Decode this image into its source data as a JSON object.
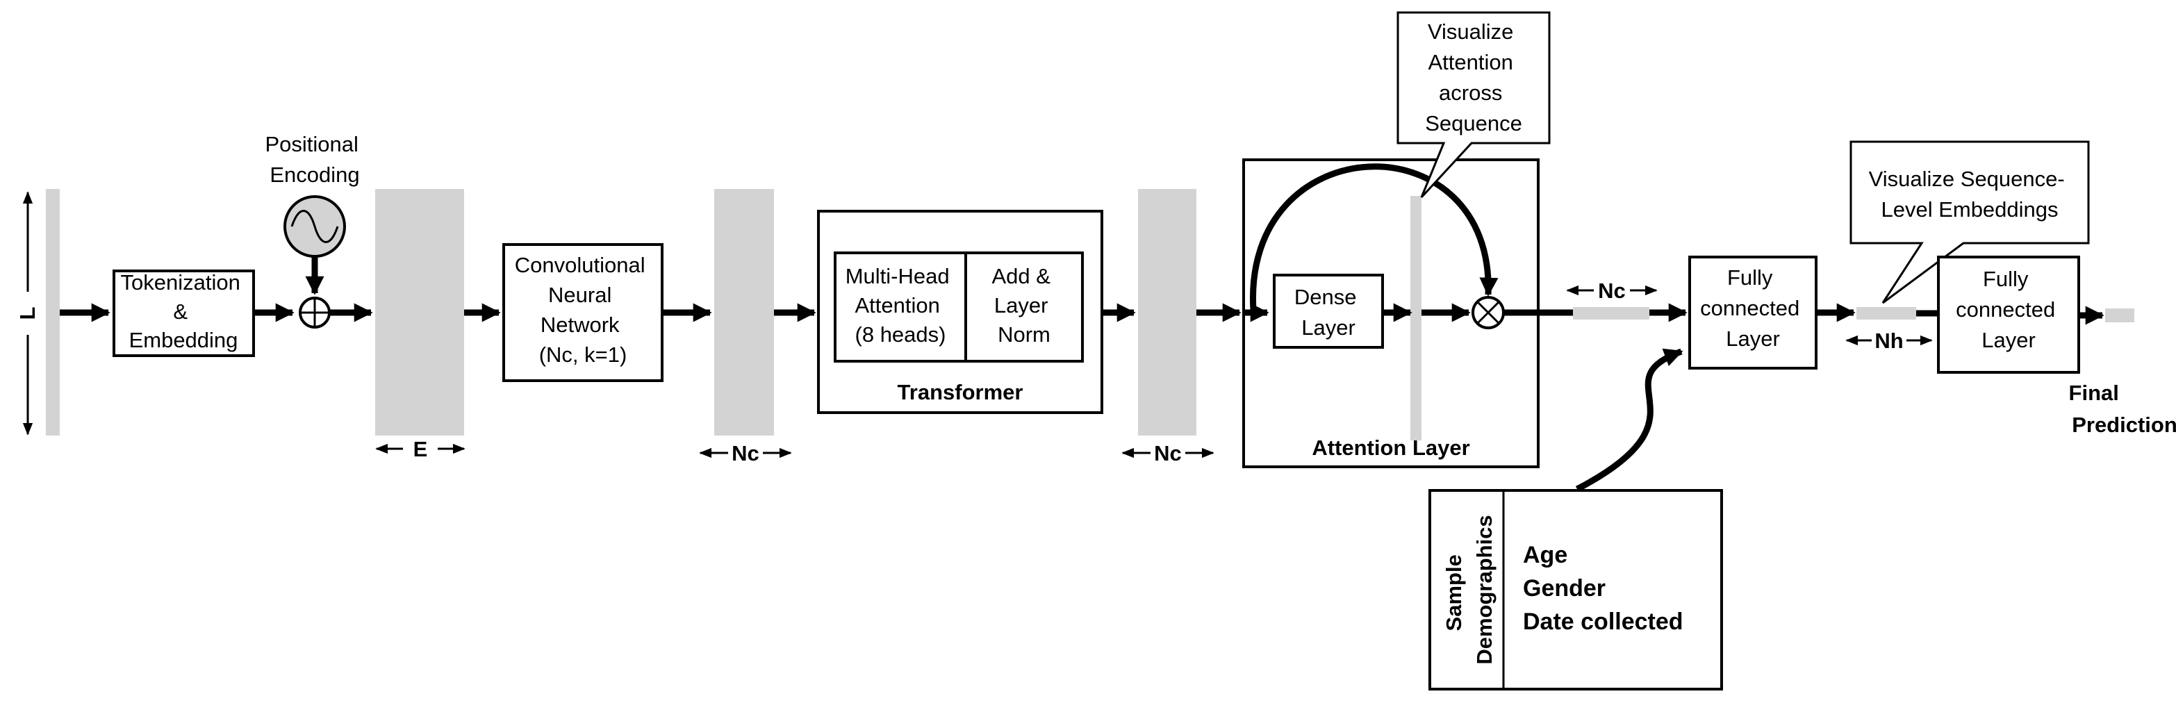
{
  "labels": {
    "L": "L",
    "tokenization": [
      "Tokenization",
      "&",
      "Embedding"
    ],
    "positional_encoding": [
      "Positional",
      "Encoding"
    ],
    "E": "E",
    "cnn": [
      "Convolutional",
      "Neural",
      "Network",
      "(Nc, k=1)"
    ],
    "Nc": "Nc",
    "mha": [
      "Multi-Head",
      "Attention",
      "(8 heads)"
    ],
    "add_norm": [
      "Add &",
      "Layer",
      "Norm"
    ],
    "transformer": "Transformer",
    "dense": [
      "Dense",
      "Layer"
    ],
    "attention_layer": "Attention Layer",
    "viz_attention": [
      "Visualize",
      "Attention",
      "across",
      "Sequence"
    ],
    "fc1": [
      "Fully",
      "connected",
      "Layer"
    ],
    "fc2": [
      "Fully",
      "connected",
      "Layer"
    ],
    "Nh": "Nh",
    "viz_embeddings": [
      "Visualize Sequence-",
      "Level Embeddings"
    ],
    "final_prediction": [
      "Final",
      "Prediction"
    ],
    "demographics_title": [
      "Sample",
      "Demographics"
    ],
    "demographics_items": [
      "Age",
      "Gender",
      "Date collected"
    ]
  }
}
